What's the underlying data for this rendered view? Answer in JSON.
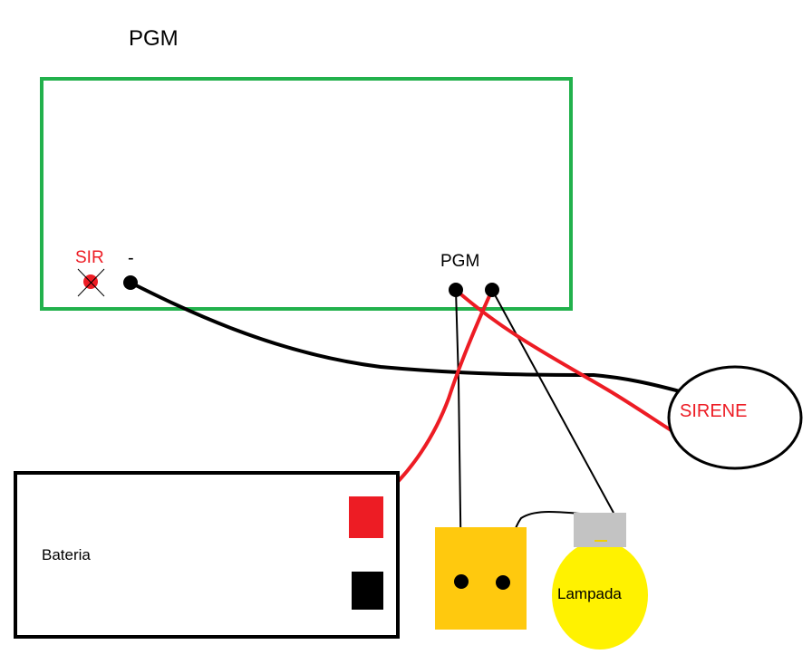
{
  "title": "PGM",
  "panel": {
    "sir_label": "SIR",
    "negative_label": "-",
    "pgm_label": "PGM"
  },
  "siren": {
    "label": "SIRENE"
  },
  "battery": {
    "label": "Bateria"
  },
  "lamp": {
    "label": "Lampada"
  },
  "colors": {
    "panel_border": "#22b14c",
    "red_wire": "#ed1c24",
    "black_wire": "#000000",
    "battery_positive": "#ed1c24",
    "battery_negative": "#000000",
    "relay": "#ffc90e",
    "lamp_bulb": "#fff200",
    "lamp_base": "#c3c3c3",
    "sir_terminal": "#ed1c24"
  }
}
